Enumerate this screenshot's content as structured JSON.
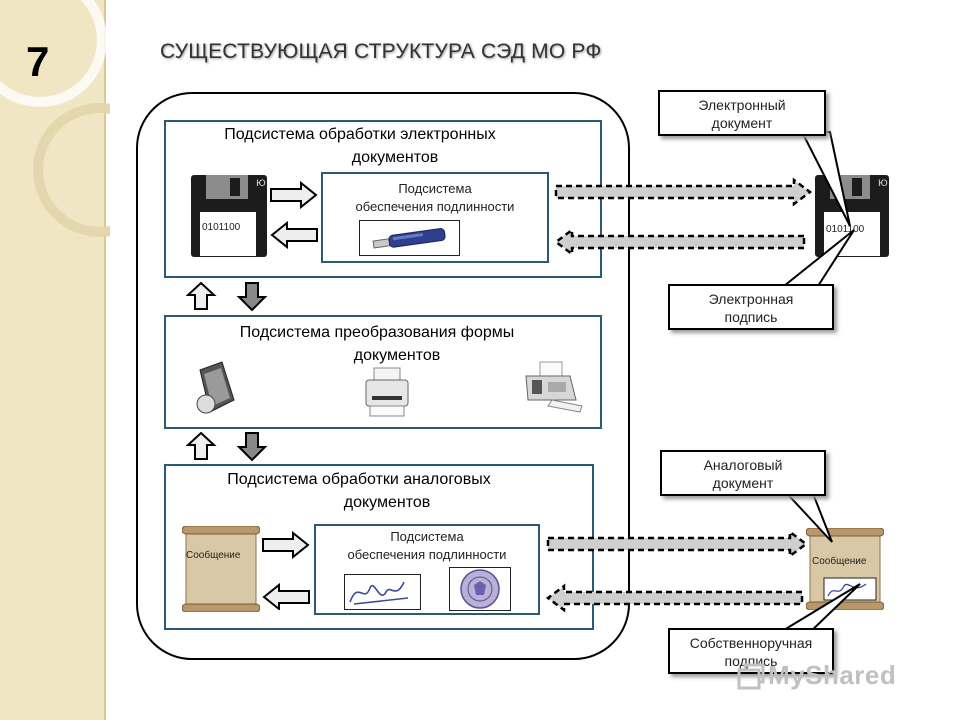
{
  "slide": {
    "number": "7",
    "title": "СУЩЕСТВУЮЩАЯ СТРУКТУРА СЭД МО РФ"
  },
  "electronic": {
    "title_line1": "Подсистема обработки электронных",
    "title_line2": "документов",
    "auth_line1": "Подсистема",
    "auth_line2": "обеспечения подлинности",
    "disk_code": "0101100"
  },
  "conversion": {
    "title_line1": "Подсистема преобразования формы",
    "title_line2": "документов"
  },
  "analog": {
    "title_line1": "Подсистема обработки аналоговых",
    "title_line2": "документов",
    "auth_line1": "Подсистема",
    "auth_line2": "обеспечения подлинности",
    "scroll_label": "Сообщение"
  },
  "external": {
    "disk_code": "0101100",
    "scroll_label": "Сообщение",
    "callout_edoc_line1": "Электронный",
    "callout_edoc_line2": "документ",
    "callout_esig_line1": "Электронная",
    "callout_esig_line2": "подпись",
    "callout_adoc_line1": "Аналоговый",
    "callout_adoc_line2": "документ",
    "callout_hsig_line1": "Собственноручная",
    "callout_hsig_line2": "подпись"
  },
  "watermark": "MyShared"
}
